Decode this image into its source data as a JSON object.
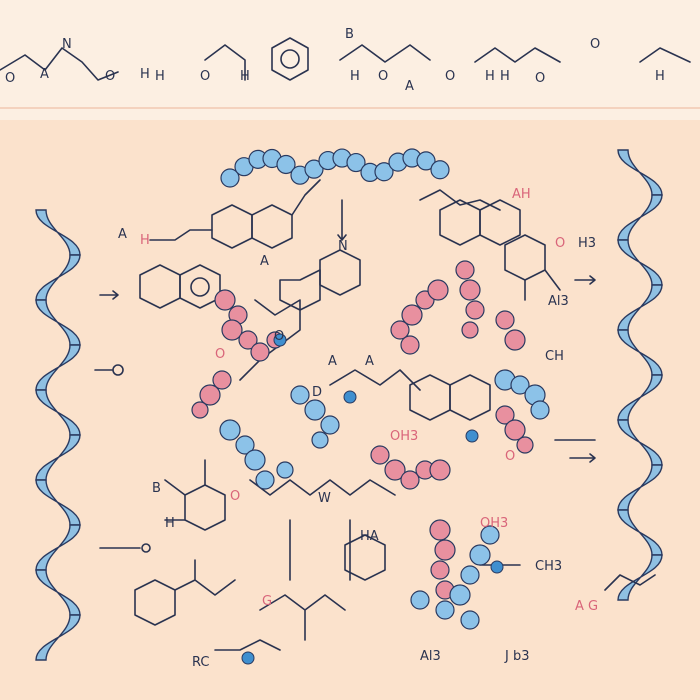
{
  "colors": {
    "background": "#fbe2cc",
    "top_band": "#fcefe2",
    "helix_fill": "#8fc0e2",
    "helix_outline": "#2a3a60",
    "pink_blob": "#e8909f",
    "blue_blob": "#8cc2e8",
    "ink": "#2a3350"
  },
  "top_labels": [
    "O",
    "N",
    "A",
    "O",
    "H",
    "H",
    "O",
    "H",
    "B",
    "H",
    "O",
    "A",
    "O",
    "H",
    "H",
    "O",
    "O",
    "H"
  ],
  "labels": {
    "a_left": "A",
    "h_left": "H",
    "a_center": "A",
    "n_center": "N",
    "oh_right": "AH",
    "o_right": "O",
    "h3_right": "H3",
    "alh3": "Al3",
    "o_mid": "O",
    "d_mid": "D",
    "a_mid1": "A",
    "a_mid2": "A",
    "o_mid2": "O",
    "ch3_mid": "CH",
    "b_low": "B",
    "h_low": "H",
    "o_low": "O",
    "w_mid": "W",
    "oh3_mid": "OH3",
    "o_pink": "O",
    "ha_low": "HA",
    "oh3_low": "OH3",
    "ch3_low": "CH3",
    "ag_low": "A G",
    "alh_low": "Al3",
    "jb3": "J b3",
    "rc": "RC",
    "g_low": "G"
  }
}
